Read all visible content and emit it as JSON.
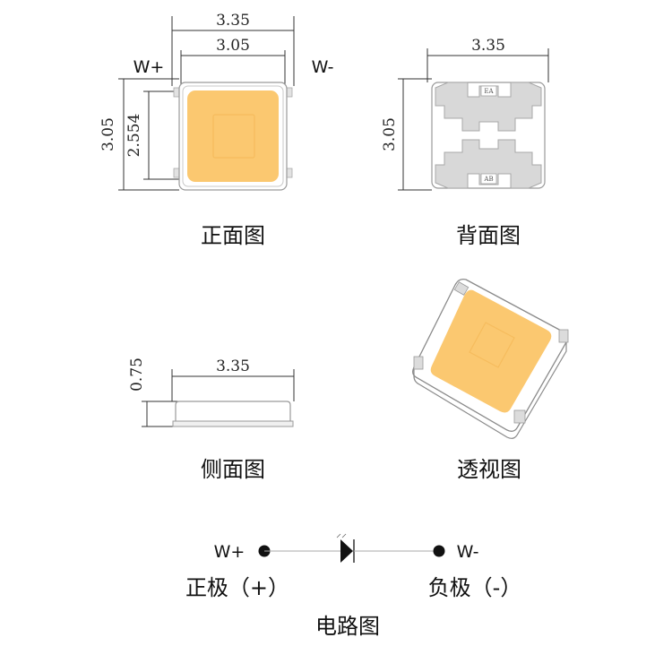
{
  "front": {
    "width_outer": "3.35",
    "width_inner": "3.05",
    "height_outer": "3.05",
    "height_inner": "2.554",
    "pin_left": "W+",
    "pin_right": "W-",
    "caption": "正面图"
  },
  "back": {
    "width": "3.35",
    "height": "3.05",
    "mark_top": "EA",
    "mark_bottom": "AB",
    "caption": "背面图"
  },
  "side": {
    "width": "3.35",
    "height": "0.75",
    "caption": "侧面图"
  },
  "perspective": {
    "caption": "透视图"
  },
  "circuit": {
    "pin_left": "W+",
    "pin_right": "W-",
    "pos_label": "正极（+）",
    "neg_label": "负极（-）",
    "caption": "电路图"
  },
  "colors": {
    "led": "#FBC870",
    "led_inner": "#F7BE62",
    "body_stroke": "#9a9a9a",
    "pad_gray": "#d8d8d8"
  }
}
